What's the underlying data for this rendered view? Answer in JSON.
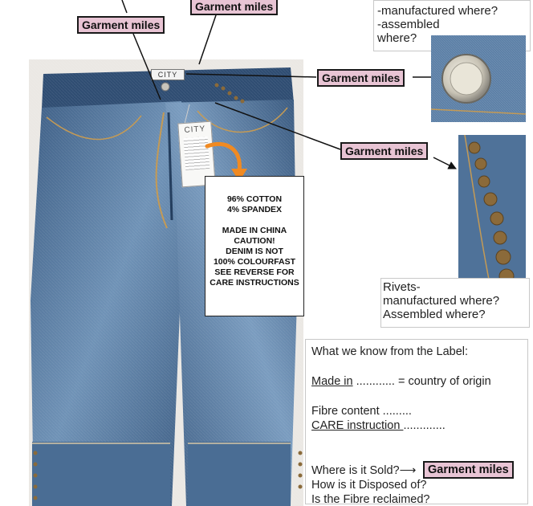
{
  "tags": {
    "top_center": "Garment miles",
    "top_left": "Garment miles",
    "button": "Garment miles",
    "rivets": "Garment miles",
    "sold": "Garment miles"
  },
  "photo_tag": "CITY",
  "hang_tag": "CITY",
  "care_label": {
    "lines": [
      "96% COTTON",
      "4% SPANDEX",
      "",
      "MADE IN CHINA",
      "CAUTION!",
      "DENIM IS NOT",
      "100% COLOURFAST",
      "SEE REVERSE FOR",
      "CARE INSTRUCTIONS"
    ]
  },
  "button_note": {
    "lines": [
      "-manufactured where?",
      "-assembled",
      "where?"
    ]
  },
  "rivets_note": {
    "lines": [
      "Rivets-",
      "manufactured where?",
      "Assembled where?"
    ]
  },
  "panel": {
    "heading": "What we know from the Label:",
    "made_in_label": "Made in",
    "made_in_rest": " ............ = country of origin",
    "fibre": "Fibre content .........",
    "care_label": "CARE instruction ",
    "care_rest": ".............",
    "sold": "Where is it Sold?⟶",
    "disposed": "How is it Disposed of?",
    "reclaimed": "Is the Fibre reclaimed?"
  },
  "colors": {
    "tag_pink": "#e8c4d4",
    "denim": "#4b6f96"
  }
}
